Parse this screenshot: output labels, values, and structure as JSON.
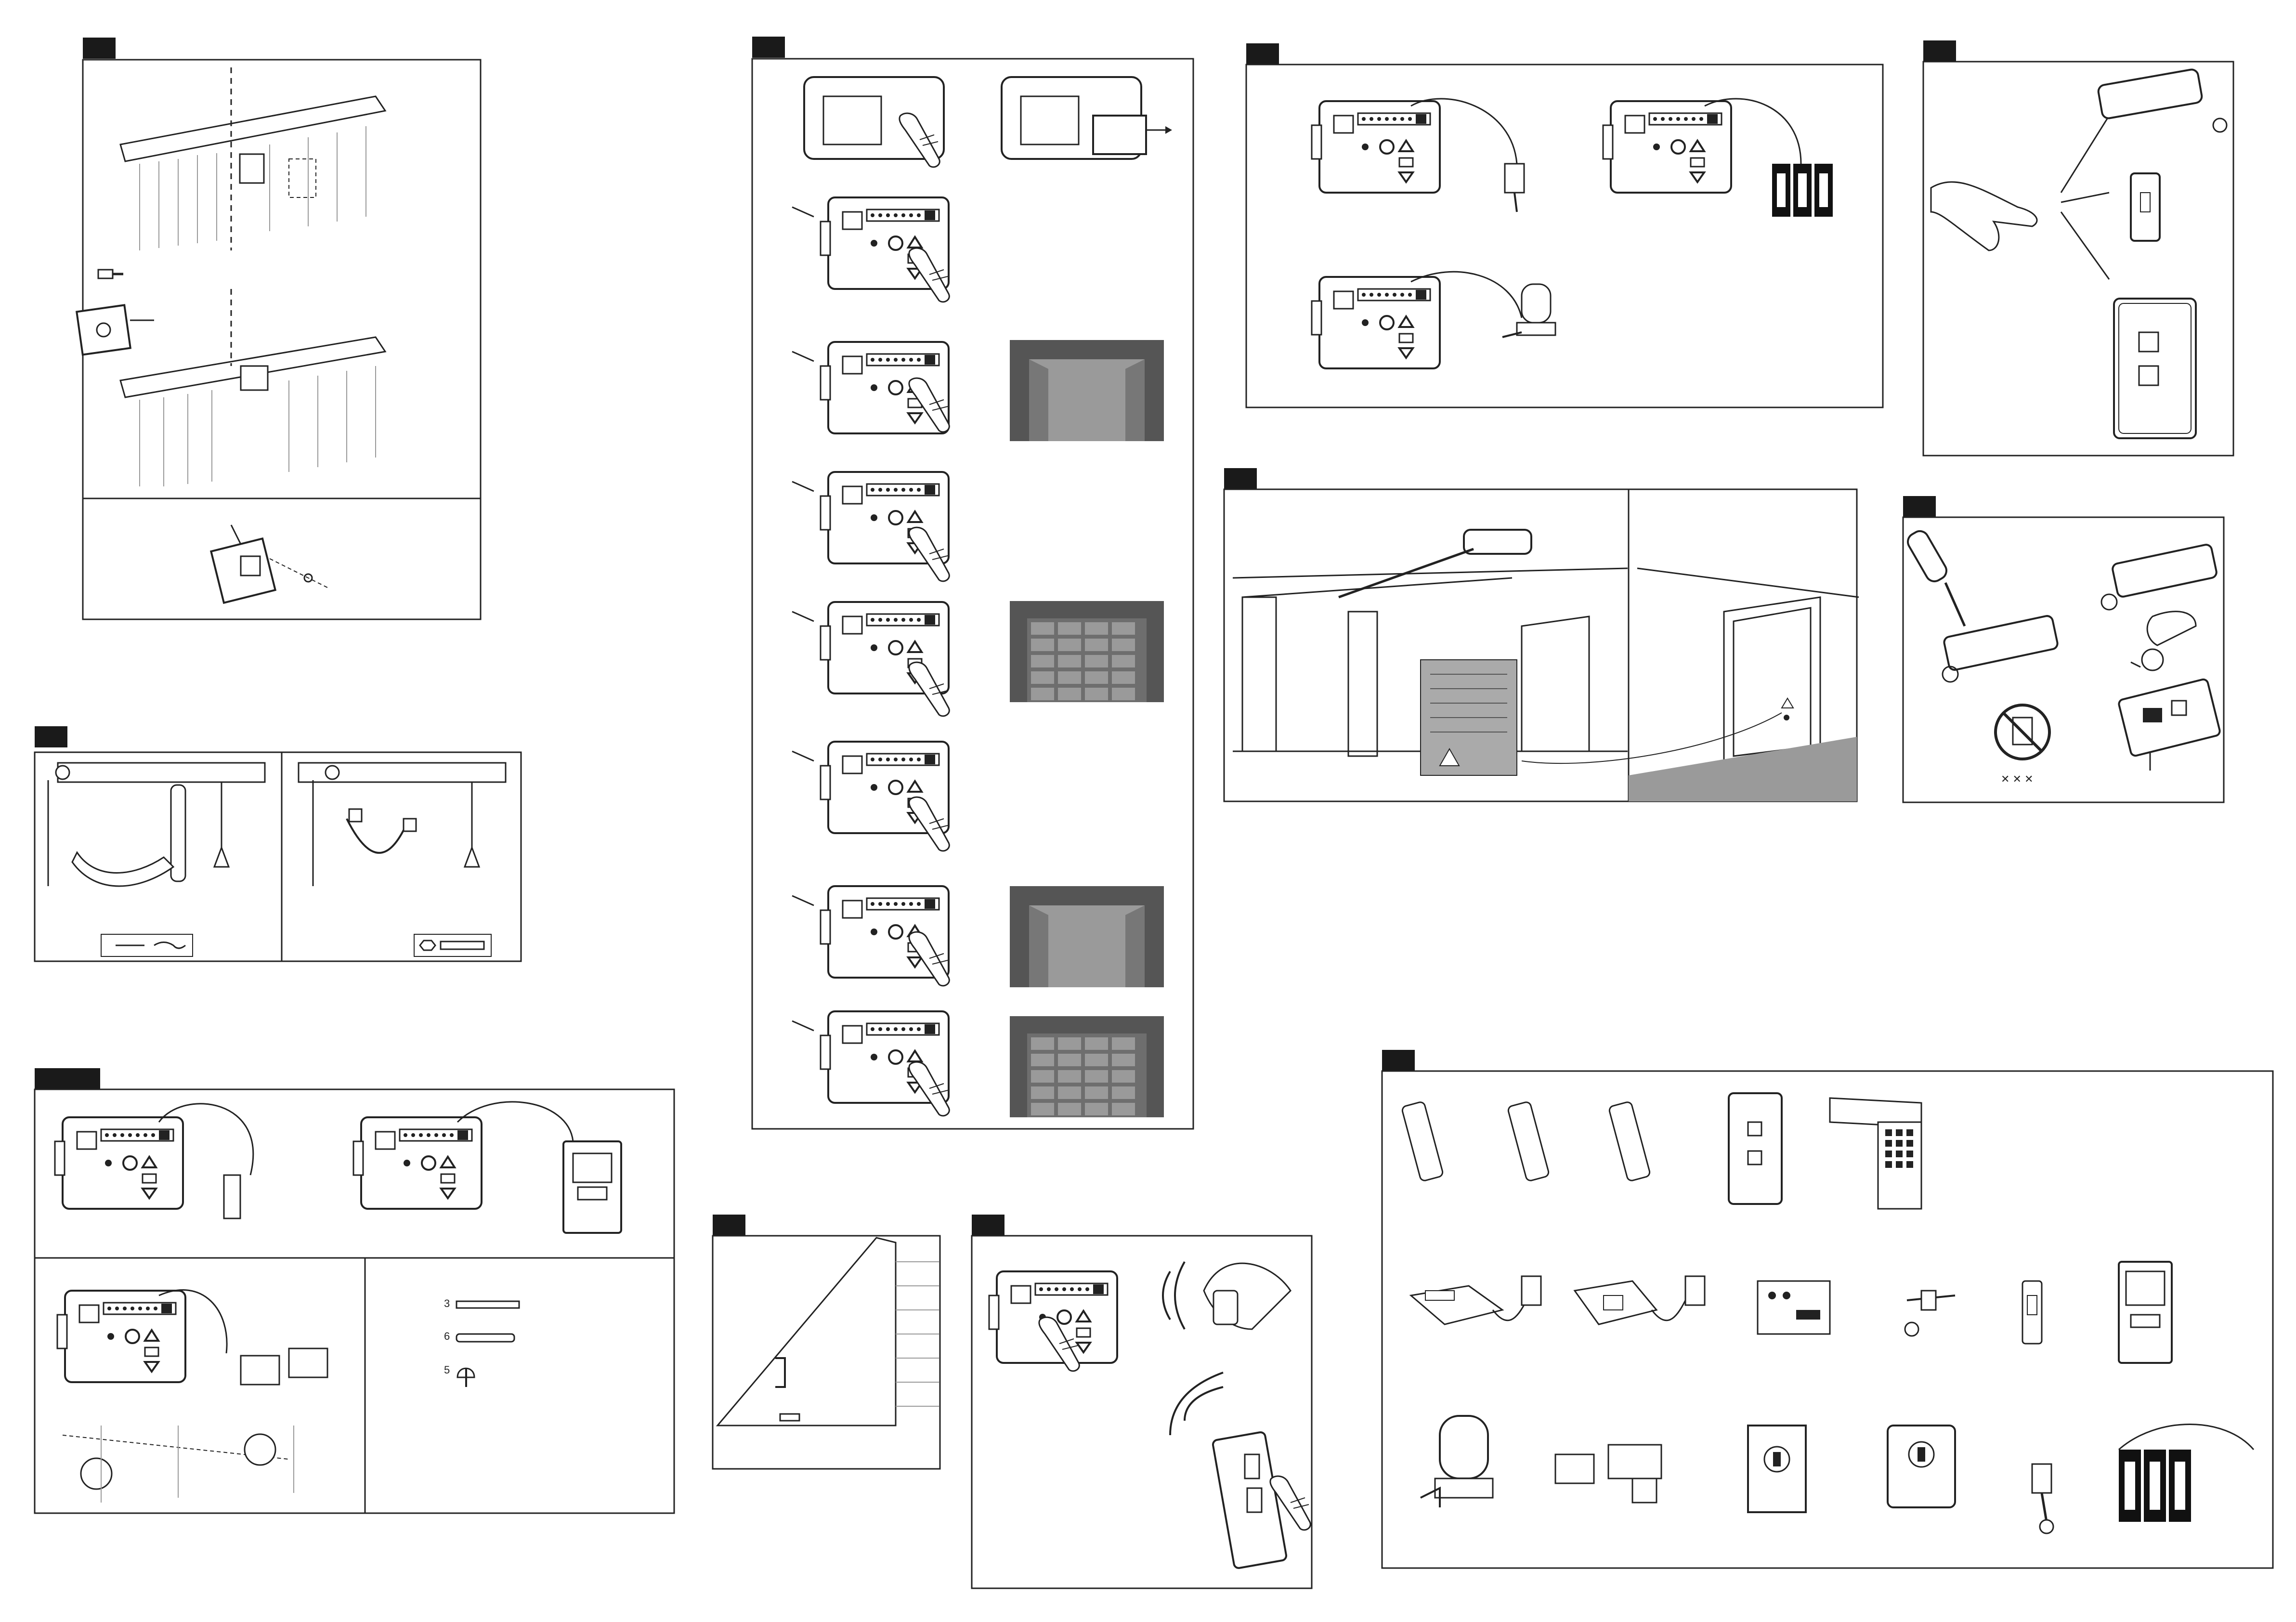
{
  "panels": [
    {
      "id": "bracket-mount"
    },
    {
      "id": "door-arm"
    },
    {
      "id": "accessory-wiring"
    },
    {
      "id": "door-handle"
    },
    {
      "id": "programming-steps"
    },
    {
      "id": "remote-pairing"
    },
    {
      "id": "control-options"
    },
    {
      "id": "transmitter-range"
    },
    {
      "id": "warning-label"
    },
    {
      "id": "battery-change"
    },
    {
      "id": "accessories-overview"
    }
  ],
  "fastener_list": [
    {
      "qty": "3",
      "part": "screw"
    },
    {
      "qty": "6",
      "part": "wall-plug"
    },
    {
      "qty": "5",
      "part": "cable-clip"
    }
  ],
  "colors": {
    "line": "#222222",
    "door_dark": "#555555",
    "door_light": "#9a9a9a",
    "badge": "#1a1a1a"
  }
}
